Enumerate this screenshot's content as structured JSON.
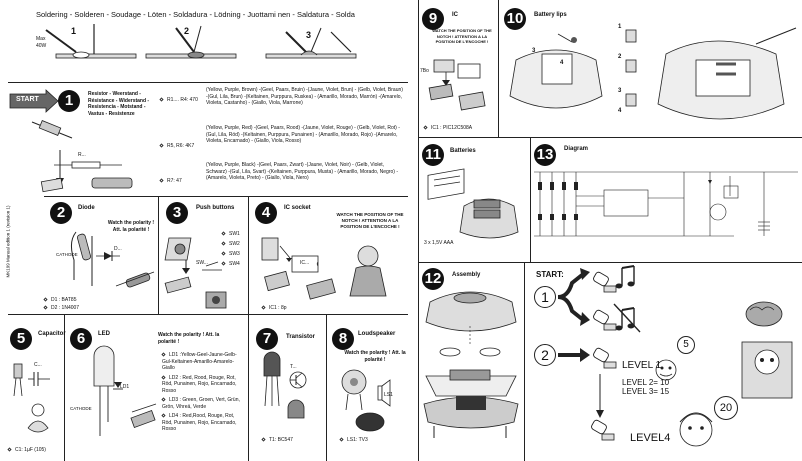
{
  "header": {
    "soldering_title": "Soldering - Solderen - Soudage - Löten - Soldadura - Lödning - Juottami nen - Saldatura - Solda",
    "iron_label": "Max\n40W",
    "steps": [
      "1",
      "2",
      "3"
    ]
  },
  "side_text": "MK199 Manual edition 1 (revision 1)",
  "start_label": "START",
  "s1": {
    "num": "1",
    "title": "Resistor - Weerstand - Résistance - Widerstand - Resistencia - Motstand - Vastus - Resistenze",
    "rows": [
      {
        "ref": "R1.... R4: 470",
        "text": "(Yellow, Purple, Brown) -(Geel, Paars, Bruin) -(Jaune, Violet, Brun) - (Gelb, Violet, Braun) -(Gul, Lila, Brun) -(Keltainen, Purppura, Ruskea) - (Amarillo, Morado, Marrón) -(Amarelo, Violeta, Castanho) - (Giallo, Viola, Marrone)"
      },
      {
        "ref": "R5, R6: 4K7",
        "text": "(Yellow, Purple, Red) -(Geel, Paars, Rood) -(Jaune, Violet, Rouge) - (Gelb, Violet, Rot) -(Gul, Lila, Röd) -(Keltainen, Purppura, Punainen) - (Amarillo, Morado, Rojo) -(Amarelo, Violeta, Encarnado) - (Giallo, Viola, Rosso)"
      },
      {
        "ref": "R7: 47",
        "text": "(Yellow, Purple, Black) -(Geel, Paars, Zwart) -(Jaune, Violet, Noir) - (Gelb, Violet, Schwarz) -(Gul, Lila, Svart) -(Keltainen, Purppura, Musta) - (Amarillo, Morado, Negro) -(Amarelo, Violeta, Preto) - (Giallo, Viola, Nero)"
      }
    ],
    "r_label": "R..."
  },
  "s2": {
    "num": "2",
    "title": "Diode",
    "polarity": "Watch the polarity ! Att. la polarité !",
    "cathode": "CATHODE",
    "d_label": "D...",
    "parts": [
      "D1 : BAT85",
      "D2 : 1N4007"
    ]
  },
  "s3": {
    "num": "3",
    "title": "Push buttons",
    "parts": [
      "SW1",
      "SW2",
      "SW3",
      "SW4"
    ],
    "sw_label": "SW..."
  },
  "s4": {
    "num": "4",
    "title": "IC socket",
    "notch": "WATCH THE POSITION OF THE NOTCH ! ATTENTION A LA POSITION DE L'ENCOCHE !",
    "ic_label": "IC...",
    "part": "IC1 : 8p"
  },
  "s5": {
    "num": "5",
    "title": "Capacitor",
    "c_label": "C...",
    "part": "C1: 1µF (105)"
  },
  "s6": {
    "num": "6",
    "title": "LED",
    "polarity": "Watch the polarity ! Att. la polarité !",
    "cathode": "CATHODE",
    "ld_label": "LD1",
    "parts": [
      "LD1 :Yellow-Geel-Jaune-Gelb-Gul-Keltainen-Amarillo-Amarelo-Giallo",
      "LD2 : Red, Rood, Rouge, Rot, Röd, Punainen, Rojo, Encarnado, Rosso",
      "LD3 : Green, Groen, Vert, Grün, Grön, Vihreä, Verde",
      "LD4 : Red,Rood, Rouge, Rot, Röd, Punainen, Rojo, Encarnado, Rosso"
    ]
  },
  "s7": {
    "num": "7",
    "title": "Transistor",
    "t_label": "T...",
    "part": "T1: BC547"
  },
  "s8": {
    "num": "8",
    "title": "Loudspeaker",
    "polarity": "Watch the polarity ! Att. la polarité !",
    "ls_label": "LS1",
    "part": "LS1: TV3"
  },
  "s9": {
    "num": "9",
    "title": "IC",
    "notch": "WATCH THE POSITION OF THE NOTCH ! ATTENTION A LA POSITION DE L'ENCOCHE !",
    "pin_label": "7Bo",
    "part": "IC1 : PIC12C508A"
  },
  "s10": {
    "num": "10",
    "title": "Battery lips",
    "labels": [
      "1",
      "2",
      "3",
      "4",
      "3",
      "4"
    ]
  },
  "s11": {
    "num": "11",
    "title": "Batteries",
    "part": "3 x 1,5V AAA"
  },
  "s12": {
    "num": "12",
    "title": "Assembly"
  },
  "s13": {
    "num": "13",
    "title": "Diagram"
  },
  "game": {
    "start": "START:",
    "circle1": "1",
    "circle2": "2",
    "level1": "LEVEL 1",
    "level2": "LEVEL 2= 10",
    "level3": "LEVEL 3= 15",
    "level4": "LEVEL4",
    "badge5": "5",
    "badge20": "20"
  }
}
